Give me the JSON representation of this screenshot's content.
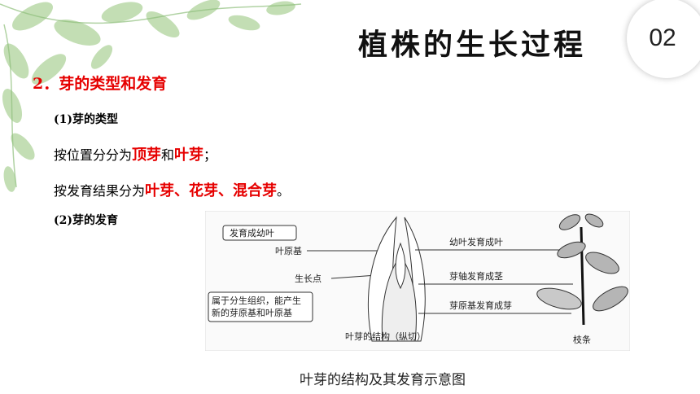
{
  "title": "植株的生长过程",
  "badge": "02",
  "section_heading": "2．芽的类型和发育",
  "sub1": "(1)芽的类型",
  "line1": {
    "prefix": "按位置分分为",
    "term1": "顶芽",
    "mid": "和",
    "term2": "叶芽",
    "suffix": "；"
  },
  "line2": {
    "prefix": "按发育结果分为",
    "terms": "叶芽、花芽、混合芽",
    "suffix": "。"
  },
  "sub2": "(2)芽的发育",
  "figure": {
    "callout_top": "发育成幼叶",
    "label_leaf_primordium": "叶原基",
    "label_growing_point": "生长点",
    "callout_bottom_1": "属于分生组织，能产生",
    "callout_bottom_2": "新的芽原基和叶原基",
    "label_bud_section": "叶芽的结构（纵切）",
    "arrow1": "幼叶发育成叶",
    "arrow2": "芽轴发育成茎",
    "arrow3": "芽原基发育成芽",
    "label_branch": "枝条"
  },
  "caption": "叶芽的结构及其发育示意图",
  "colors": {
    "accent_red": "#e60000",
    "leaf_green": "#a9cf98"
  }
}
